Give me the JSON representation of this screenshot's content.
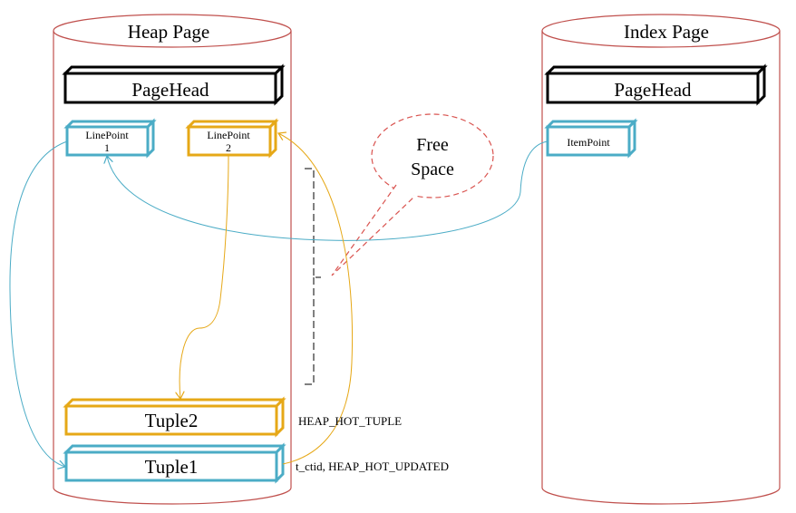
{
  "heap_page": {
    "title": "Heap Page",
    "page_head": "PageHead",
    "line_point_1": {
      "label": "LinePoint",
      "number": "1"
    },
    "line_point_2": {
      "label": "LinePoint",
      "number": "2"
    },
    "tuple2": "Tuple2",
    "tuple1": "Tuple1"
  },
  "index_page": {
    "title": "Index Page",
    "page_head": "PageHead",
    "item_point": "ItemPoint"
  },
  "free_space": {
    "line1": "Free",
    "line2": "Space"
  },
  "annotations": {
    "tuple2_flag": "HEAP_HOT_TUPLE",
    "tuple1_flag": "t_ctid, HEAP_HOT_UPDATED"
  },
  "colors": {
    "cylinder": "#c0504d",
    "blue": "#4bacc6",
    "orange": "#e6a817",
    "black": "#000000",
    "callout": "#d9534f"
  }
}
